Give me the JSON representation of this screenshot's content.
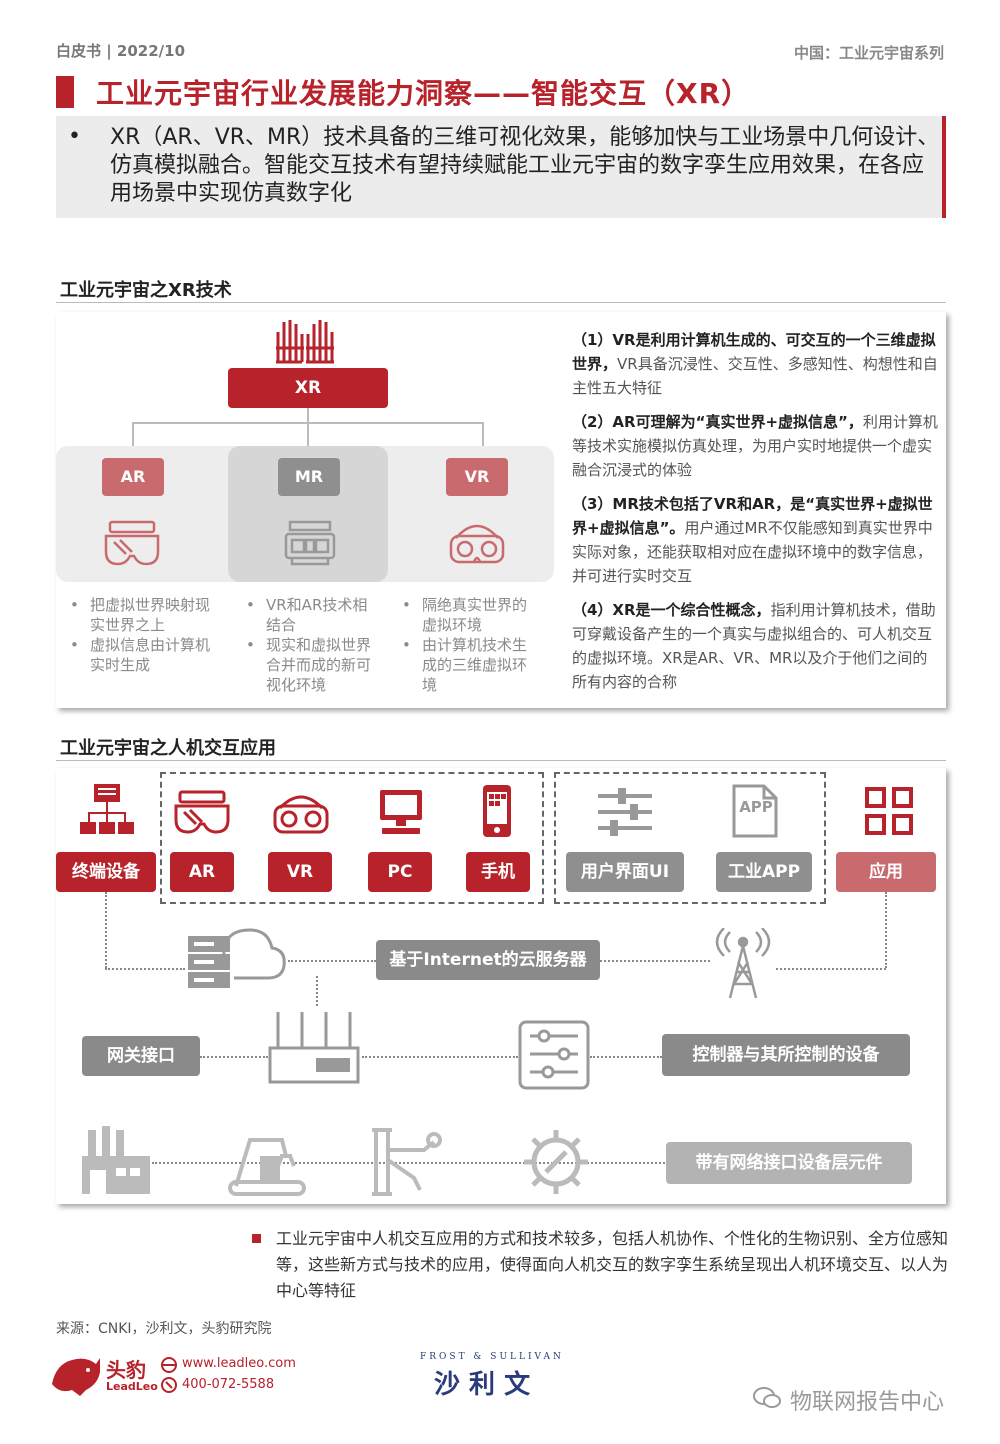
{
  "header": {
    "left": "白皮书 | 2022/10",
    "right": "中国：工业元宇宙系列"
  },
  "title": "工业元宇宙行业发展能力洞察——智能交互（XR）",
  "summary": {
    "bullet": "•",
    "text": "XR（AR、VR、MR）技术具备的三维可视化效果，能够加快与工业场景中几何设计、仿真模拟融合。智能交互技术有望持续赋能工业元宇宙的数字孪生应用效果，在各应用场景中实现仿真数字化"
  },
  "xr_section": {
    "title": "工业元宇宙之XR技术",
    "root": "XR",
    "branches": [
      {
        "label": "AR",
        "bullets": [
          "把虚拟世界映射现实世界之上",
          "虚拟信息由计算机实时生成"
        ]
      },
      {
        "label": "MR",
        "bullets": [
          "VR和AR技术相结合",
          "现实和虚拟世界合并而成的新可视化环境"
        ]
      },
      {
        "label": "VR",
        "bullets": [
          "隔绝真实世界的虚拟环境",
          "由计算机技术生成的三维虚拟环境"
        ]
      }
    ],
    "descriptions": [
      {
        "bold": "（1）VR是利用计算机生成的、可交互的一个三维虚拟世界，",
        "rest": "VR具备沉浸性、交互性、多感知性、构想性和自主性五大特征"
      },
      {
        "bold": "（2）AR可理解为“真实世界+虚拟信息”，",
        "rest": "利用计算机等技术实施模拟仿真处理，为用户实时地提供一个虚实融合沉浸式的体验"
      },
      {
        "bold": "（3）MR技术包括了VR和AR，是“真实世界+虚拟世界+虚拟信息”。",
        "rest": "用户通过MR不仅能感知到真实世界中实际对象，还能获取相对应在虚拟环境中的数字信息，并可进行实时交互"
      },
      {
        "bold": "（4）XR是一个综合性概念，",
        "rest": "指利用计算机技术，借助可穿戴设备产生的一个真实与虚拟组合的、可人机交互的虚拟环境。XR是AR、VR、MR以及介于他们之间的所有内容的合称"
      }
    ]
  },
  "hci_section": {
    "title": "工业元宇宙之人机交互应用",
    "terminal": "终端设备",
    "devices": [
      "AR",
      "VR",
      "PC",
      "手机"
    ],
    "ui_items": [
      "用户界面UI",
      "工业APP"
    ],
    "app_label": "APP",
    "application": "应用",
    "cloud": "基于Internet的云服务器",
    "gateway": "网关接口",
    "controller": "控制器与其所控制的设备",
    "device_layer": "带有网络接口设备层元件"
  },
  "note": "工业元宇宙中人机交互应用的方式和技术较多，包括人机协作、个性化的生物识别、全方位感知等，这些新方式与技术的应用，使得面向人机交互的数字孪生系统呈现出人机环境交互、以人为中心等特征",
  "source": "来源：CNKI，沙利文，头豹研究院",
  "footer": {
    "brand_cn": "头豹",
    "brand_en": "LeadLeo",
    "website": "www.leadleo.com",
    "phone": "400-072-5588",
    "partner_en": "FROST & SULLIVAN",
    "partner_cn": "沙 利 文",
    "watermark": "物联网报告中心"
  },
  "colors": {
    "brand_red": "#b7222b",
    "pink": "#c86a6e",
    "gray": "#8f8f8f"
  }
}
